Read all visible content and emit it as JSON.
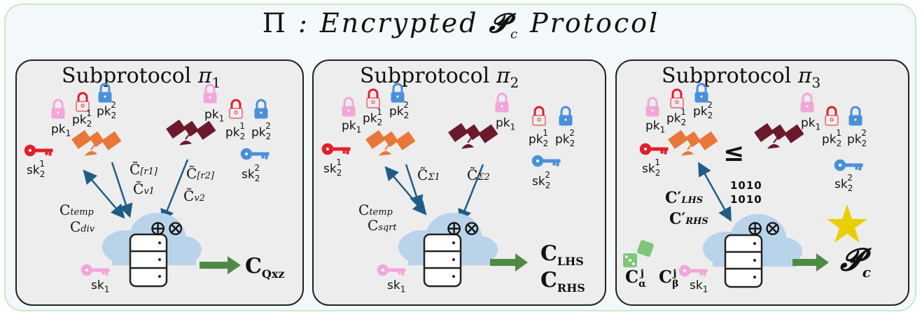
{
  "title": {
    "symbol": "Π",
    "separator": ":",
    "prefix": "Encrypted",
    "pc": "𝓟",
    "pc_sub": "c",
    "suffix": "Protocol"
  },
  "panels": [
    {
      "title": "Subprotocol",
      "symbol": "π",
      "index": "1",
      "keys": {
        "pk1": "pk",
        "pk1_sub": "1",
        "pk2": "pk",
        "sk": "sk"
      },
      "channel_left": [
        "C",
        "temp",
        "C",
        "div"
      ],
      "channel_right": [
        "[r1]",
        "v1",
        "[r2]",
        "v2"
      ],
      "ops": "⊕⊗",
      "output": "C",
      "output_sub": "Qxz"
    },
    {
      "title": "Subprotocol",
      "symbol": "π",
      "index": "2",
      "channel_left": [
        "C",
        "temp",
        "C",
        "sqrt"
      ],
      "channel_right": [
        "Σ1",
        "Σ2"
      ],
      "ops": "⊕⊗",
      "output_lines": [
        "C",
        "LHS",
        "C",
        "RHS"
      ]
    },
    {
      "title": "Subprotocol",
      "symbol": "π",
      "index": "3",
      "compare": "≤",
      "bits": [
        "1010",
        "1010"
      ],
      "channel_left": [
        "C′",
        "LHS",
        "C′",
        "RHS"
      ],
      "ops": "⊕⊗",
      "randomness": [
        "C",
        "α",
        "j",
        "C",
        "β",
        "j"
      ],
      "output": "𝓟",
      "output_sub": "c"
    }
  ],
  "colors": {
    "panel_border": "#222222",
    "outer_border": "#c9e9c9",
    "pink": "#f2a6d9",
    "red": "#e0202c",
    "blue": "#4a90d9",
    "satellite_orange": "#e9773a",
    "satellite_dark": "#6a1a2a",
    "cloud": "#b9d3ea",
    "arrow_teal": "#1f5c86",
    "arrow_green": "#4f8a45",
    "star": "#e8d000",
    "dice": "#7fc67a"
  }
}
